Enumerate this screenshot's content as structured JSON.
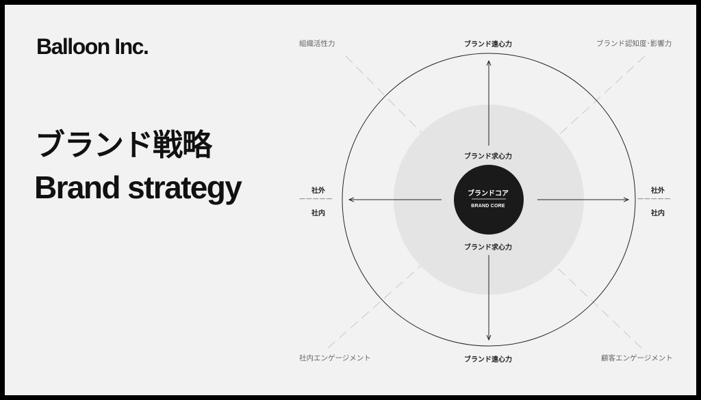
{
  "brand": {
    "logo_text": "Balloon Inc."
  },
  "title": {
    "japanese": "ブランド戦略",
    "english": "Brand strategy"
  },
  "diagram": {
    "core": {
      "label": "ブランドコア",
      "sublabel": "BRAND CORE"
    },
    "axis_top": "ブランド遠心力",
    "axis_bottom": "ブランド遠心力",
    "inner_top": "ブランド求心力",
    "inner_bottom": "ブランド求心力",
    "left": {
      "outside": "社外",
      "divider": "— — — — —",
      "inside": "社内"
    },
    "right": {
      "outside": "社外",
      "divider": "— — — — —",
      "inside": "社内"
    },
    "corner_top_left": "組織活性力",
    "corner_top_right": "ブランド認知度･影響力",
    "corner_bottom_left": "社内エンゲージメント",
    "corner_bottom_right": "顧客エンゲージメント"
  },
  "colors": {
    "background": "#f2f2f2",
    "frame": "#000000",
    "inner_circle": "#e4e4e4",
    "core": "#1a1a1a",
    "dashed": "#c8c8c8"
  }
}
